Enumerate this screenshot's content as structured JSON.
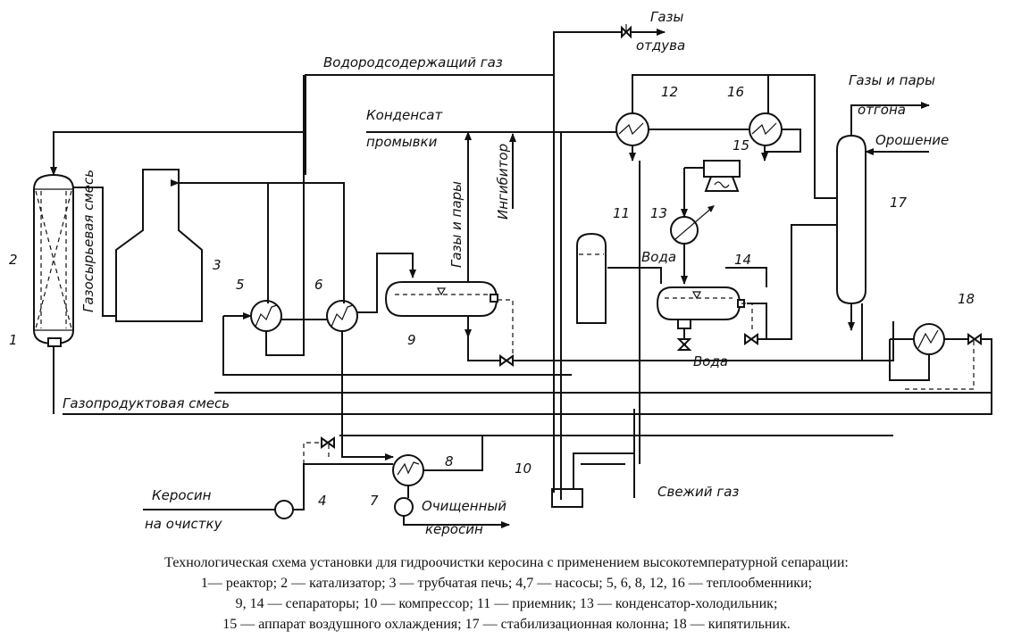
{
  "labels": {
    "vodorod": "Водородсодержащий газ",
    "gazy_otduva_1": "Газы",
    "gazy_otduva_2": "отдува",
    "kondensat_1": "Конденсат",
    "kondensat_2": "промывки",
    "gazy_i_pary": "Газы и пары",
    "ingibitor": "Ингибитор",
    "gazosyrevaya": "Газосырьевая смесь",
    "gazoproduktovaya": "Газопродуктовая смесь",
    "voda_1": "Вода",
    "voda_2": "Вода",
    "gazy_otgona_1": "Газы и пары",
    "gazy_otgona_2": "отгона",
    "oroshenie": "Орошение",
    "kerosin_1": "Керосин",
    "kerosin_2": "на очистку",
    "ochish_1": "Очищенный",
    "ochish_2": "керосин",
    "svezhiy": "Свежий газ"
  },
  "numbers": {
    "n1": "1",
    "n2": "2",
    "n3": "3",
    "n4": "4",
    "n5": "5",
    "n6": "6",
    "n7": "7",
    "n8": "8",
    "n9": "9",
    "n10": "10",
    "n11": "11",
    "n12": "12",
    "n13": "13",
    "n14": "14",
    "n15": "15",
    "n16": "16",
    "n17": "17",
    "n18": "18"
  },
  "caption": {
    "line1": "Технологическая схема установки для гидроочистки керосина с применением высокотемпературной сепарации:",
    "line2": "1— реактор; 2 — катализатор; 3 — трубчатая печь; 4,7 — насосы; 5, 6, 8, 12, 16 — теплообменники;",
    "line3": "9, 14 — сепараторы; 10 — компрессор; 11 — приемник; 13 — конденсатор-холодильник;",
    "line4": "15 — аппарат воздушного охлаждения; 17 — стабилизационная колонна; 18 — кипятильник."
  }
}
